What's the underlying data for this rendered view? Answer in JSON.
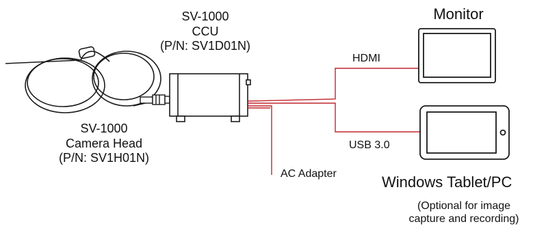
{
  "ccu": {
    "line1": "SV-1000",
    "line2": "CCU",
    "line3": "(P/N: SV1D01N)"
  },
  "camera_head": {
    "line1": "SV-1000",
    "line2": "Camera Head",
    "line3": "(P/N: SV1H01N)"
  },
  "monitor": {
    "label": "Monitor"
  },
  "tablet": {
    "label": "Windows Tablet/PC",
    "note_line1": "(Optional for image",
    "note_line2": "capture and recording)"
  },
  "connections": {
    "hdmi": "HDMI",
    "usb": "USB 3.0",
    "ac": "AC Adapter"
  },
  "colors": {
    "cable": "#c0252d",
    "outline": "#1a1a1a"
  }
}
